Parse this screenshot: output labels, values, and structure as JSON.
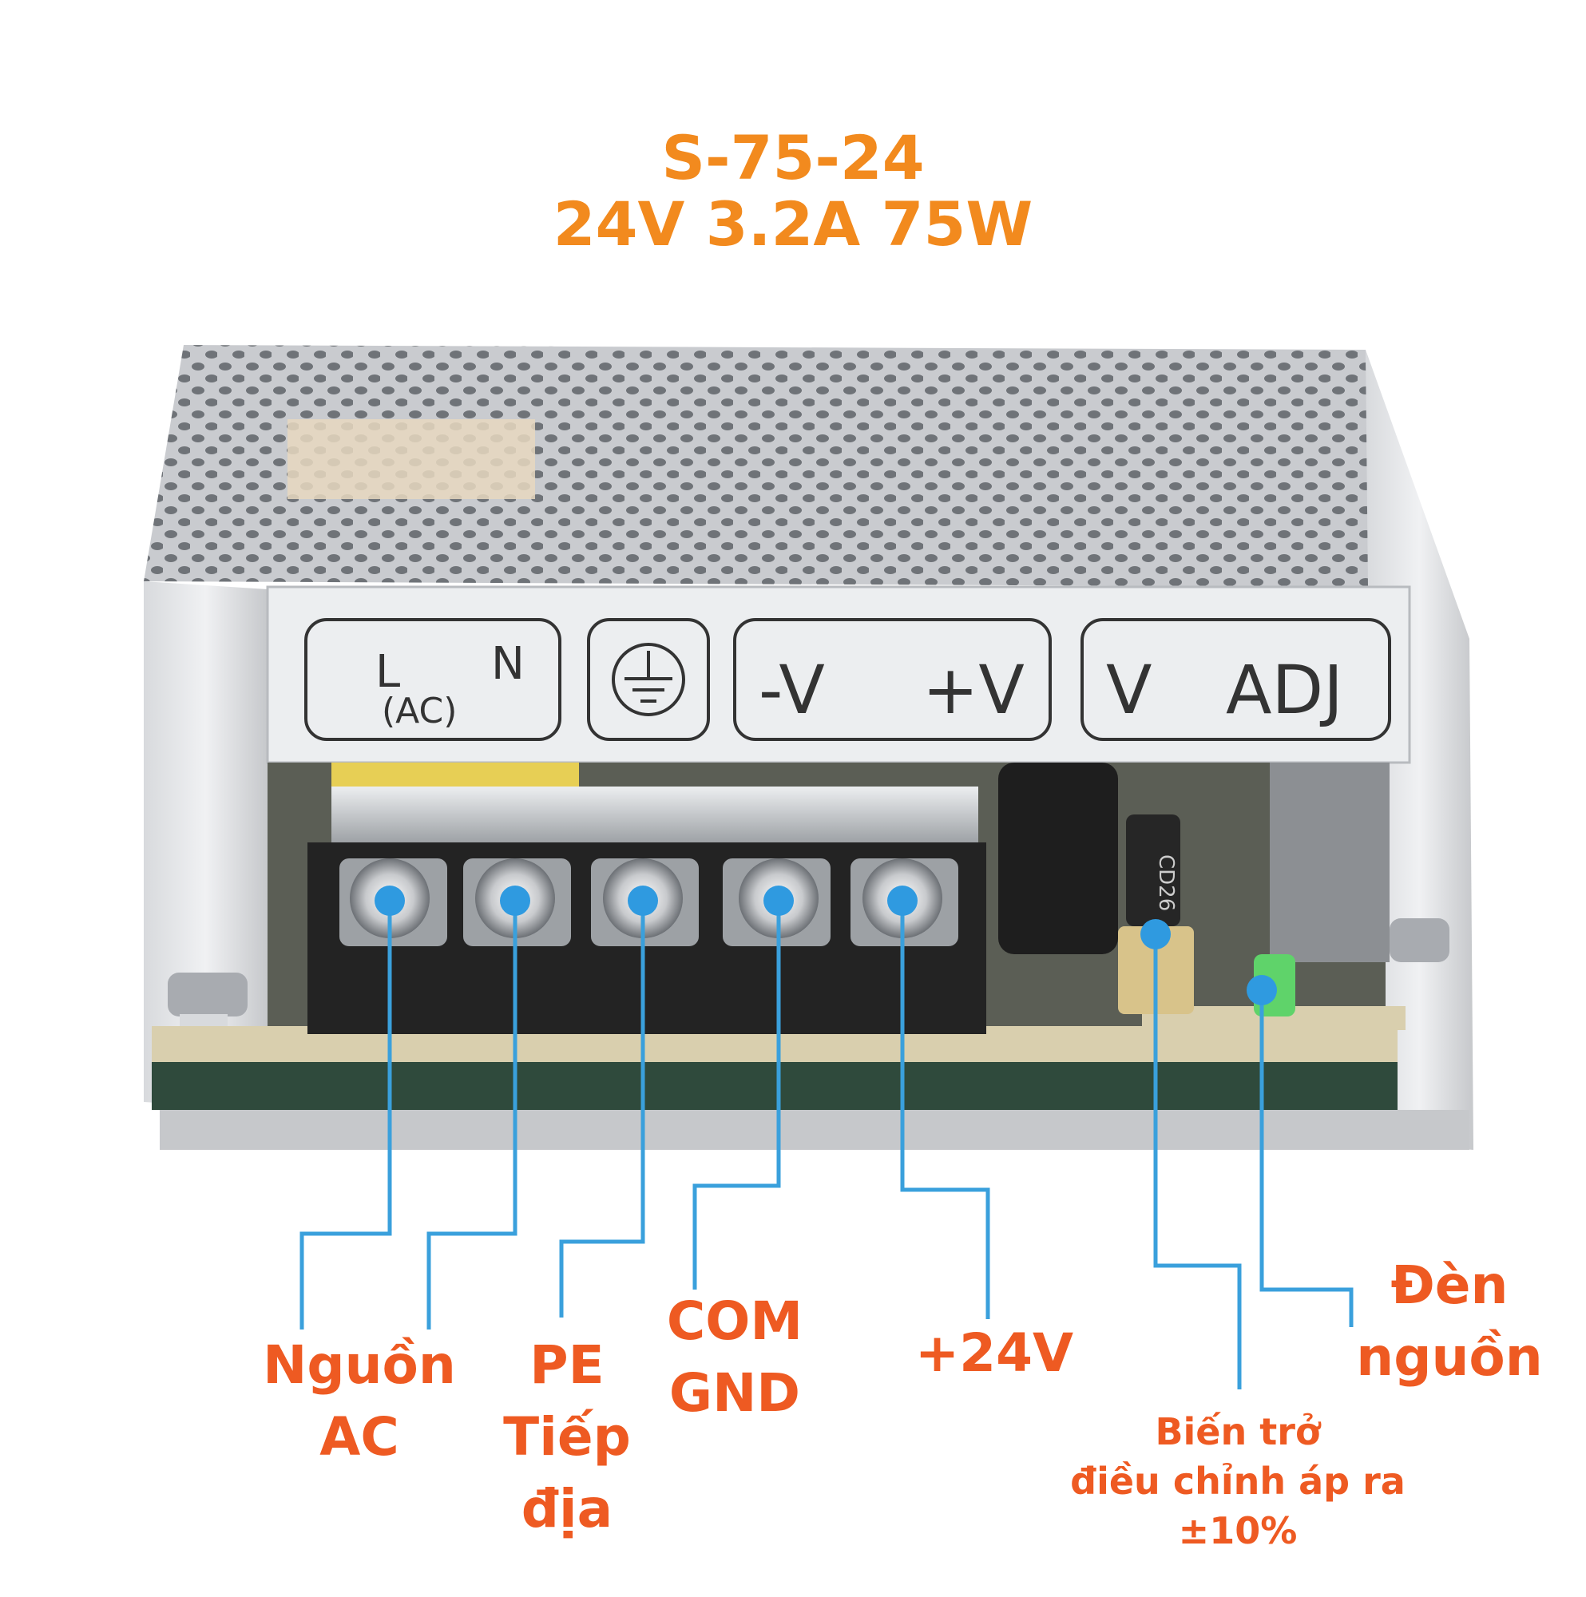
{
  "title": {
    "model": "S-75-24",
    "specs": "24V 3.2A 75W"
  },
  "panel": {
    "ac_label_l": "L",
    "ac_label_n": "N",
    "ac_label_ac": "(AC)",
    "dc_minus": "-V",
    "dc_plus": "+V",
    "adj_v": "V",
    "adj_adj": "ADJ",
    "cap_marking": "CD26"
  },
  "callouts": {
    "ac_source": [
      "Nguồn",
      "AC"
    ],
    "pe_ground": [
      "PE",
      "Tiếp",
      "địa"
    ],
    "com_gnd": [
      "COM",
      "GND"
    ],
    "plus_24v": [
      "+24V"
    ],
    "potentiometer": [
      "Biến trở",
      "điều chỉnh áp ra",
      "±10%"
    ],
    "power_led": [
      "Đèn",
      "nguồn"
    ]
  },
  "colors": {
    "title": "#f28a1e",
    "callout_text": "#ee5a22",
    "callout_line": "#3aa0dc",
    "led": "#5fd36a"
  }
}
